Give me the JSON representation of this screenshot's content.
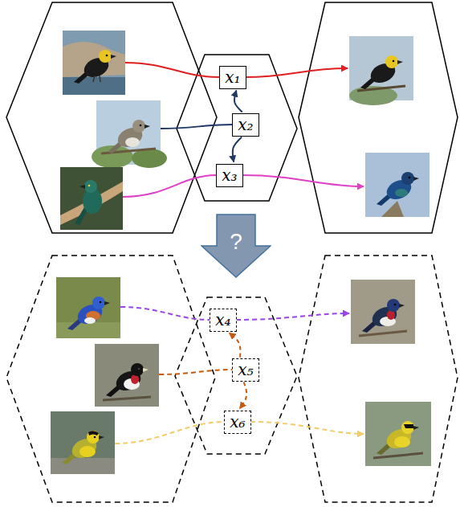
{
  "diagram": {
    "nodes": [
      {
        "text": [
          "x₁"
        ]
      },
      {
        "text": [
          "x₂"
        ]
      },
      {
        "text": [
          "x₃"
        ]
      },
      {
        "text": [
          "?"
        ]
      },
      {
        "text": [
          "x₄"
        ]
      },
      {
        "text": [
          "x₅"
        ]
      },
      {
        "text": [
          "x₆"
        ]
      }
    ],
    "edges": [
      {
        "from": 1,
        "to": 0,
        "arrow": "to"
      },
      {
        "from": 1,
        "to": 2,
        "arrow": "to"
      },
      {
        "from": 5,
        "to": 4,
        "arrow": "to"
      },
      {
        "from": 5,
        "to": 6,
        "arrow": "to"
      }
    ]
  }
}
